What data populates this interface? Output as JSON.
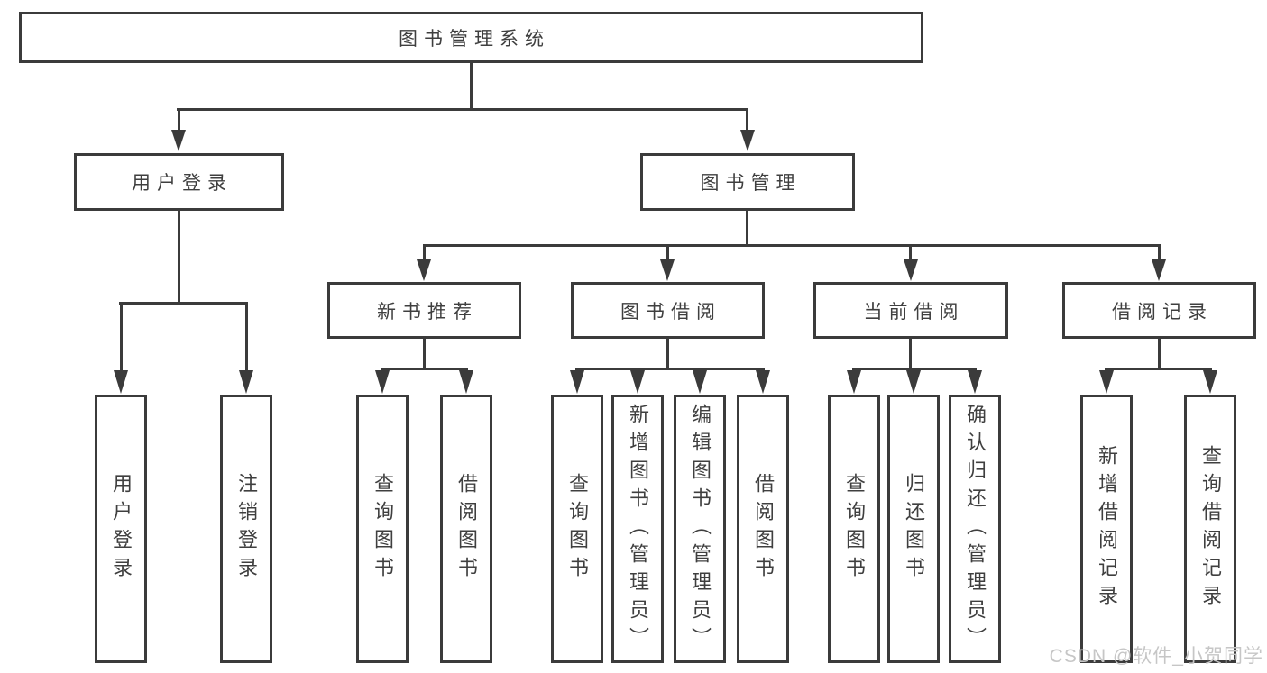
{
  "colors": {
    "line": "#3b3b3b",
    "text": "#3f3f3f",
    "background": "#ffffff",
    "watermark_text": "#c6c6c6"
  },
  "watermark": {
    "label": "CSDN @软件_小贺同学"
  },
  "tree": {
    "root": {
      "label": "图书管理系统",
      "children": [
        {
          "label": "用户登录",
          "children": [
            {
              "label": "用户登录"
            },
            {
              "label": "注销登录"
            }
          ]
        },
        {
          "label": "图书管理",
          "children": [
            {
              "label": "新书推荐",
              "children": [
                {
                  "label": "查询图书"
                },
                {
                  "label": "借阅图书"
                }
              ]
            },
            {
              "label": "图书借阅",
              "children": [
                {
                  "label": "查询图书"
                },
                {
                  "label": "新增图书（管理员）"
                },
                {
                  "label": "编辑图书（管理员）"
                },
                {
                  "label": "借阅图书"
                }
              ]
            },
            {
              "label": "当前借阅",
              "children": [
                {
                  "label": "查询图书"
                },
                {
                  "label": "归还图书"
                },
                {
                  "label": "确认归还（管理员）"
                }
              ]
            },
            {
              "label": "借阅记录",
              "children": [
                {
                  "label": "新增借阅记录"
                },
                {
                  "label": "查询借阅记录"
                }
              ]
            }
          ]
        }
      ]
    }
  }
}
